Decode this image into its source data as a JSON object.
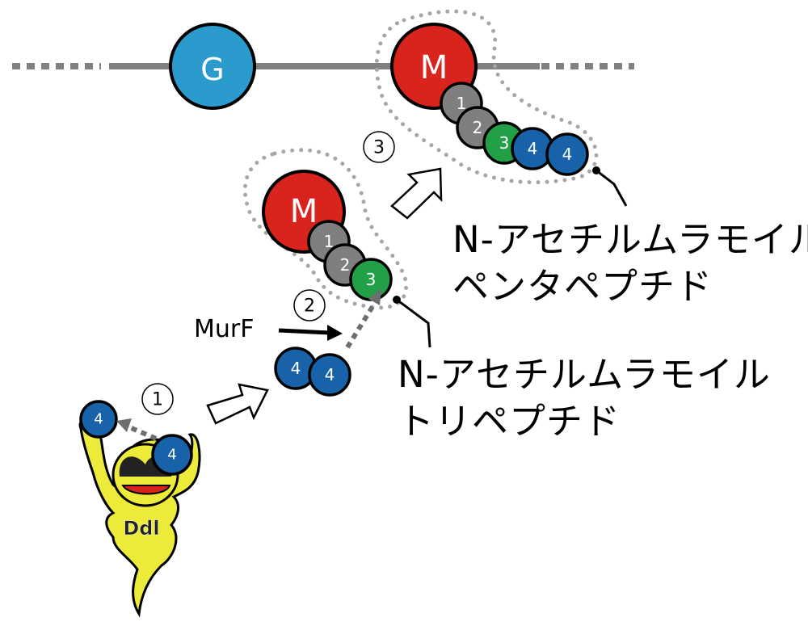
{
  "colors": {
    "glycan_G": "#2B9ACD",
    "muramyl_M": "#D8241C",
    "aa_grey": "#7F7F7F",
    "aa_green": "#22A047",
    "aa_blue": "#1762A8",
    "ddl_yellow": "#EDEB3A",
    "backbone": "#808080",
    "outline_dots": "#A6A6A6"
  },
  "backbone": {
    "sugar_G": "G",
    "sugar_M": "M"
  },
  "pentapeptide_chain": {
    "sugar": "M",
    "residues": [
      "1",
      "2",
      "3",
      "4",
      "4"
    ],
    "label_line1": "N-アセチルムラモイル",
    "label_line2": "ペンタペプチド"
  },
  "tripeptide_chain": {
    "sugar": "M",
    "residues": [
      "1",
      "2",
      "3"
    ],
    "label_line1": "N-アセチルムラモイル",
    "label_line2": "トリペプチド"
  },
  "dipeptide": {
    "residues": [
      "4",
      "4"
    ]
  },
  "enzymes": {
    "murf": "MurF",
    "ddl": "Ddl",
    "ddl_residues": [
      "4",
      "4"
    ]
  },
  "steps": [
    "1",
    "2",
    "3"
  ]
}
